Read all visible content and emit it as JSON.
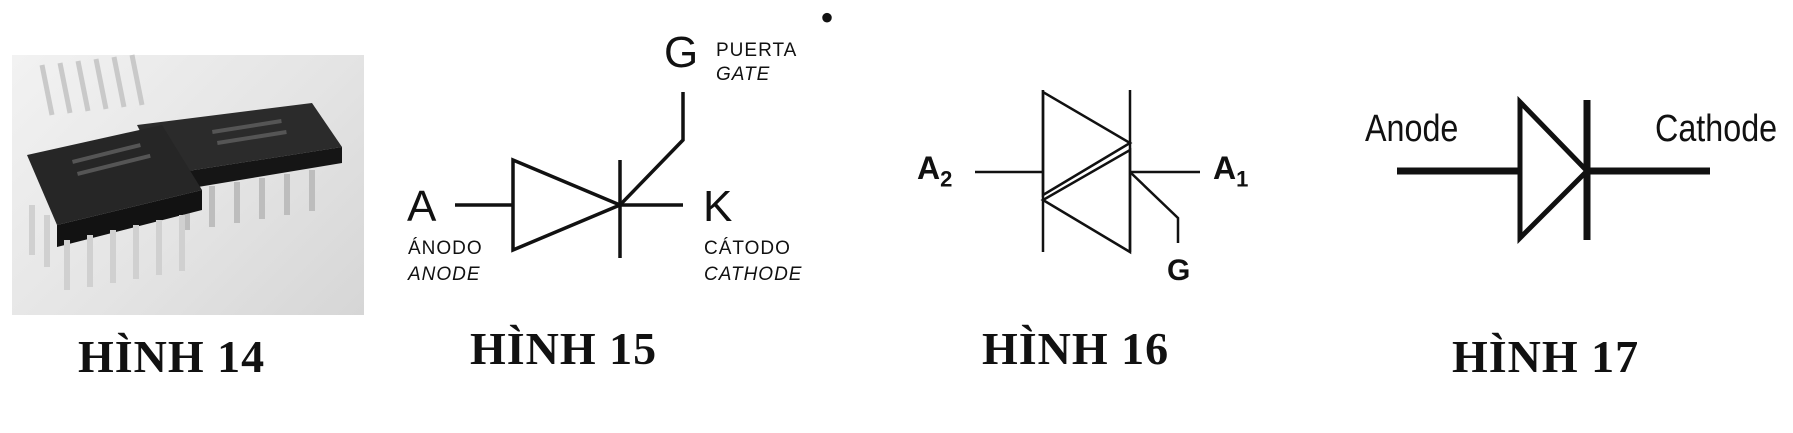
{
  "fig14": {
    "caption": "HÌNH 14"
  },
  "fig15": {
    "caption": "HÌNH 15",
    "gate_letter": "G",
    "gate_es": "PUERTA",
    "gate_en": "GATE",
    "anode_letter": "A",
    "anode_es": "ÁNODO",
    "anode_en": "ANODE",
    "cathode_letter": "K",
    "cathode_es": "CÁTODO",
    "cathode_en": "CATHODE"
  },
  "fig16": {
    "caption": "HÌNH 16",
    "a2": "A",
    "a2_sub": "2",
    "a1": "A",
    "a1_sub": "1",
    "gate": "G"
  },
  "fig17": {
    "caption": "HÌNH 17",
    "anode": "Anode",
    "cathode": "Cathode"
  }
}
